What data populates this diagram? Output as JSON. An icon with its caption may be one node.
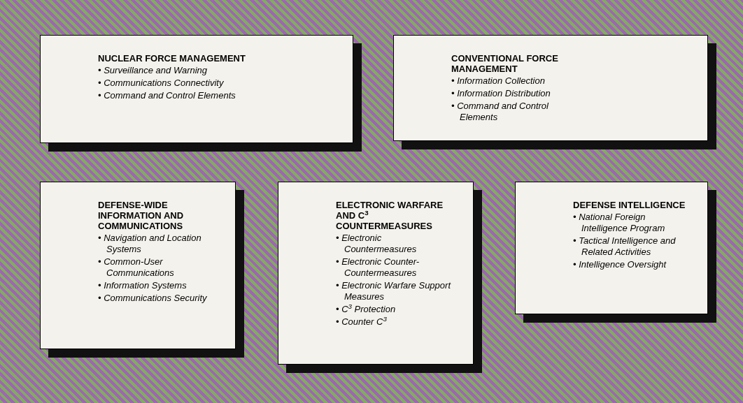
{
  "diagram": {
    "nodes": [
      {
        "text": [
          "NUCLEAR FORCE MANAGEMENT",
          "• Surveillance and Warning",
          "• Communications Connectivity",
          "• Command and Control Elements"
        ]
      },
      {
        "text": [
          "CONVENTIONAL FORCE MANAGEMENT",
          "• Information Collection",
          "• Information Distribution",
          "• Command and Control Elements"
        ]
      },
      {
        "text": [
          "DEFENSE-WIDE INFORMATION AND COMMUNICATIONS",
          "• Navigation and Location Systems",
          "• Common-User Communications",
          "• Information Systems",
          "• Communications Security"
        ]
      },
      {
        "text": [
          "ELECTRONIC WARFARE AND C$^{3}$ COUNTERMEASURES",
          "• Electronic Countermeasures",
          "• Electronic Counter-Countermeasures",
          "• Electronic Warfare Support Measures",
          "• C$^{3}$ Protection",
          "• Counter C$^{3}$"
        ]
      },
      {
        "text": [
          "DEFENSE INTELLIGENCE",
          "• National Foreign Intelligence Program",
          "• Tactical Intelligence and Related Activities",
          "• Intelligence Oversight"
        ]
      }
    ]
  }
}
